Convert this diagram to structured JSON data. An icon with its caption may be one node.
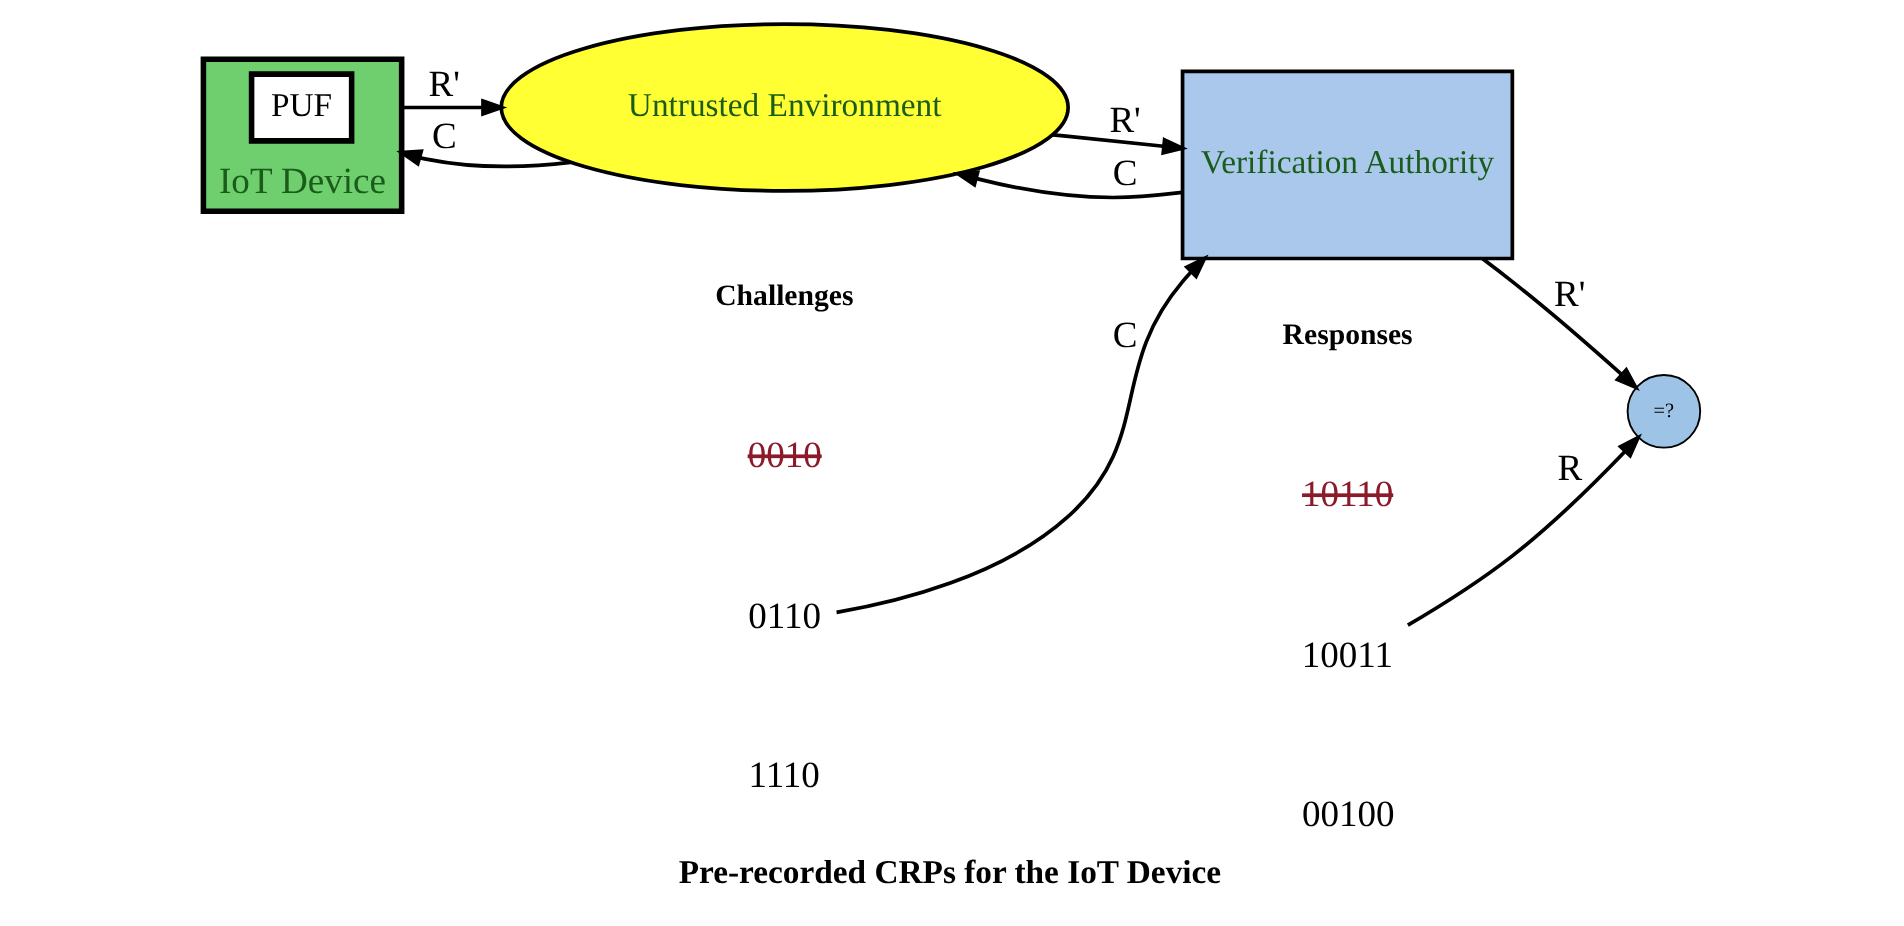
{
  "diagram": {
    "caption": "Pre-recorded CRPs for the IoT Device",
    "nodes": [
      {
        "text": [
          "IoT Device"
        ]
      },
      {
        "text": [
          "PUF"
        ],
        "in": 0
      },
      {
        "text": [
          "Untrusted Environment"
        ]
      },
      {
        "text": [
          "Verification Authority"
        ]
      },
      {
        "text": [
          "=?"
        ]
      },
      {
        "text": [
          "0110"
        ]
      },
      {
        "text": [
          "10011"
        ]
      }
    ],
    "edges": [
      {
        "from": 0,
        "to": 2,
        "arrow": "to",
        "label": "R'"
      },
      {
        "from": 2,
        "to": 0,
        "arrow": "to",
        "label": "C"
      },
      {
        "from": 2,
        "to": 3,
        "arrow": "to",
        "label": "R'"
      },
      {
        "from": 3,
        "to": 2,
        "arrow": "to",
        "label": "C"
      },
      {
        "from": 3,
        "to": 4,
        "arrow": "to",
        "label": "R'"
      },
      {
        "from": 5,
        "to": 3,
        "arrow": "to",
        "label": "C"
      },
      {
        "from": 6,
        "to": 4,
        "arrow": "to",
        "label": "R"
      }
    ],
    "labels": [
      "Challenges",
      "Responses",
      "0010",
      "10110",
      "1110",
      "00100"
    ]
  }
}
